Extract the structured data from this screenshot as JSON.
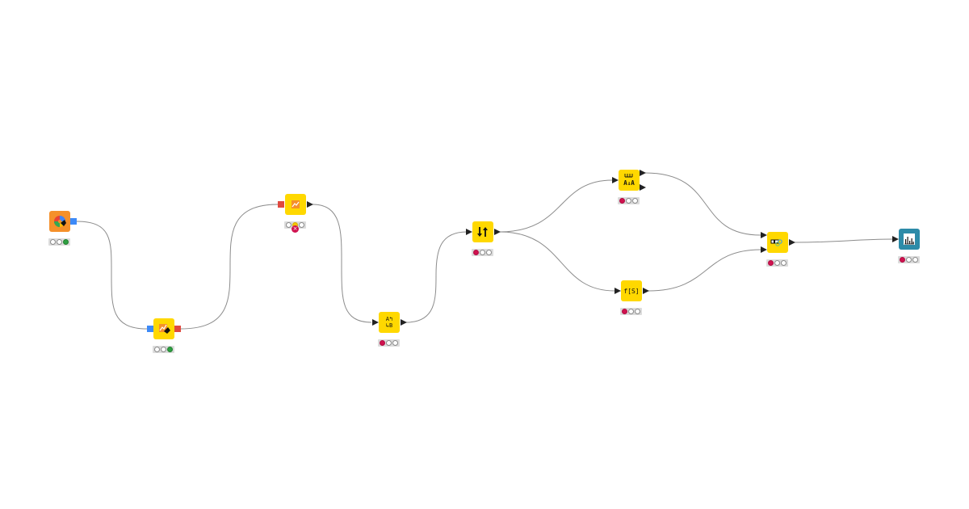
{
  "canvas": {
    "background": "#ffffff",
    "edge_color": "#8c8c8c",
    "port_color": "#222222"
  },
  "colors": {
    "source_node": "#f5902a",
    "manipulator_node": "#ffd800",
    "view_node": "#2d8ba8",
    "status_red": "#d0124f",
    "status_green": "#2ea043",
    "status_yellow": "#f5c400",
    "port_blue": "#3d8af7",
    "port_red": "#e0493f"
  },
  "nodes": [
    {
      "id": "n1",
      "icon": "color-wheel-icon",
      "type": "source",
      "status": [
        "off",
        "off",
        "green"
      ]
    },
    {
      "id": "n2",
      "icon": "color-apply-icon",
      "type": "manipulator",
      "status": [
        "off",
        "off",
        "green"
      ]
    },
    {
      "id": "n3",
      "icon": "chart-line-icon",
      "type": "manipulator",
      "status": [
        "off",
        "yellow",
        "off"
      ],
      "error": true,
      "error_glyph": "×"
    },
    {
      "id": "n4",
      "icon": "rename-columns-icon",
      "type": "manipulator",
      "status": [
        "red",
        "off",
        "off"
      ],
      "label_lines": [
        "A↰",
        "↳B"
      ]
    },
    {
      "id": "n5",
      "icon": "sort-icon",
      "type": "manipulator",
      "status": [
        "red",
        "off",
        "off"
      ],
      "label": "↓↑"
    },
    {
      "id": "n6",
      "icon": "column-splitter-icon",
      "type": "manipulator",
      "status": [
        "red",
        "off",
        "off"
      ],
      "label": "A↓A"
    },
    {
      "id": "n7",
      "icon": "string-manipulation-icon",
      "type": "manipulator",
      "status": [
        "red",
        "off",
        "off"
      ],
      "label": "f[S]"
    },
    {
      "id": "n8",
      "icon": "joiner-icon",
      "type": "manipulator",
      "status": [
        "red",
        "off",
        "off"
      ]
    },
    {
      "id": "n9",
      "icon": "bar-chart-view-icon",
      "type": "view",
      "status": [
        "red",
        "off",
        "off"
      ]
    }
  ],
  "edges": [
    {
      "from": "n1",
      "to": "n2"
    },
    {
      "from": "n2",
      "to": "n3"
    },
    {
      "from": "n3",
      "to": "n4"
    },
    {
      "from": "n4",
      "to": "n5"
    },
    {
      "from": "n5",
      "to": "n6"
    },
    {
      "from": "n5",
      "to": "n7"
    },
    {
      "from": "n6",
      "to": "n8",
      "from_port": 1,
      "to_port": 1
    },
    {
      "from": "n7",
      "to": "n8",
      "to_port": 2
    },
    {
      "from": "n8",
      "to": "n9"
    }
  ]
}
